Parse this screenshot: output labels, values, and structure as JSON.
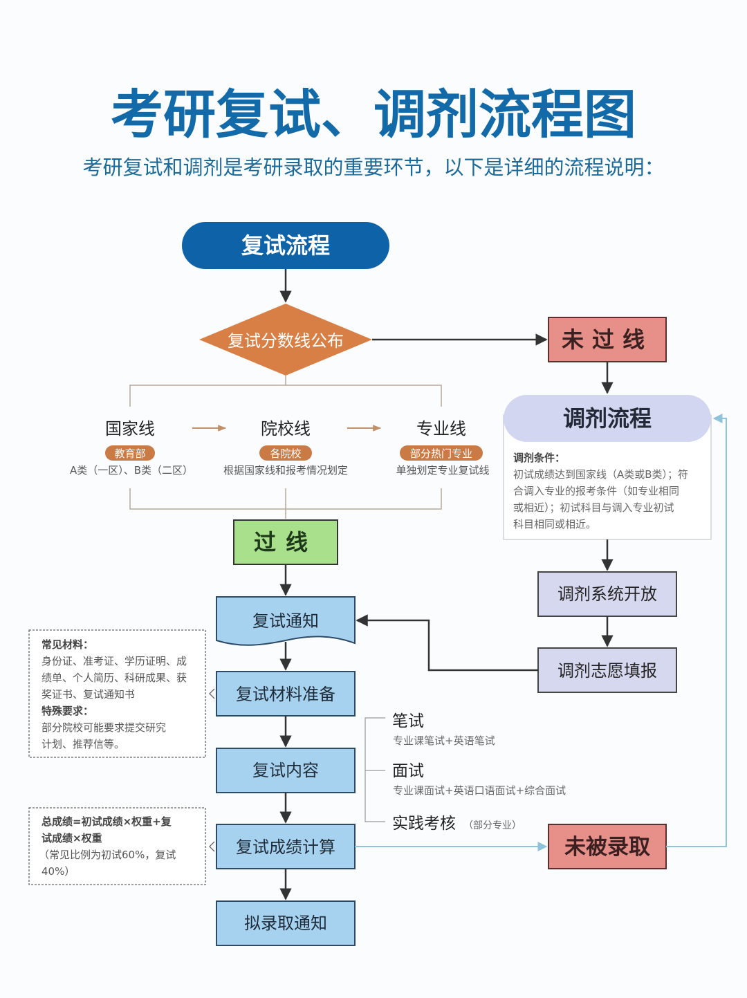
{
  "header": {
    "title": "考研复试、调剂流程图",
    "subtitle": "考研复试和调剂是考研录取的重要环节，以下是详细的流程说明："
  },
  "colors": {
    "title": "#136aa8",
    "start_pill": "#0e62a8",
    "diamond": "#d87f45",
    "badge": "#c97a45",
    "fail_box": "#e7908a",
    "pass_box": "#a9e08b",
    "step_box": "#a7d2ef",
    "adjust_box": "#d5d8ef",
    "adjust_pill": "#d3d6f0",
    "feedback_line": "#8fc3dc"
  },
  "flow": {
    "start": "复试流程",
    "decision": "复试分数线公布",
    "fail": "未过线",
    "pass": "过线",
    "lines": [
      {
        "name": "国家线",
        "badge": "教育部",
        "desc": "A类（一区）、B类（二区）"
      },
      {
        "name": "院校线",
        "badge": "各院校",
        "desc": "根据国家线和报考情况划定"
      },
      {
        "name": "专业线",
        "badge": "部分热门专业",
        "desc": "单独划定专业复试线"
      }
    ],
    "steps": [
      "复试通知",
      "复试材料准备",
      "复试内容",
      "复试成绩计算",
      "拟录取通知"
    ],
    "not_admitted": "未被录取"
  },
  "adjust": {
    "title": "调剂流程",
    "cond_heading": "调剂条件：",
    "cond_lines": [
      "初试成绩达到国家线（A类或B类）；符",
      "合调入专业的报考条件（如专业相同",
      "或相近）；初试科目与调入专业初试",
      "科目相同或相近。"
    ],
    "system_open": "调剂系统开放",
    "fill_in": "调剂志愿填报"
  },
  "notes": {
    "materials": {
      "heading1": "常见材料：",
      "lines1": [
        "身份证、准考证、学历证明、成",
        "绩单、个人简历、科研成果、获",
        "奖证书、复试通知书"
      ],
      "heading2": "特殊要求：",
      "lines2": [
        "部分院校可能要求提交研究",
        "计划、推荐信等。"
      ]
    },
    "score": {
      "bold_lines": [
        "总成绩=初试成绩×权重+复",
        "试成绩×权重"
      ],
      "lines": [
        "（常见比例为初试60%，复试",
        "40%）"
      ]
    }
  },
  "content": [
    {
      "name": "笔试",
      "desc": "专业课笔试+英语笔试"
    },
    {
      "name": "面试",
      "desc": "专业课面试+英语口语面试+综合面试"
    },
    {
      "name": "实践考核",
      "note": "（部分专业）"
    }
  ]
}
